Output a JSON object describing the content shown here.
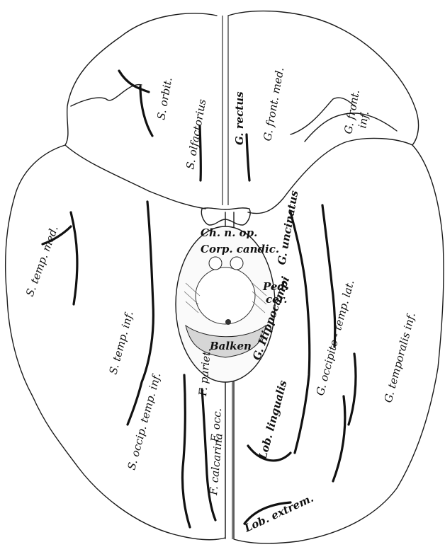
{
  "labels": {
    "s_orbit": "S. orbit.",
    "s_olfactorius": "S. olfactorius",
    "g_rectus": "G. rectus",
    "g_front_med": "G. front. med.",
    "g_front_inf_1": "G. front.",
    "g_front_inf_2": "inf.",
    "ch_n_op": "Ch. n. op.",
    "corp_candic": "Corp. candic.",
    "g_uncinatus": "G. uncinatus",
    "s_temp_med": "S. temp. med.",
    "s_temp_inf": "S. temp. inf.",
    "pedcer_1": "Ped.",
    "pedcer_2": "cer.",
    "g_hippocampi": "G. Hippocampi",
    "balken": "Balken",
    "g_occipito_temp_lat": "G. occipito - temp. lat.",
    "g_temporalis_inf": "G. temporalis inf.",
    "s_occip_temp_inf": "S. occip. temp. inf.",
    "f_pariet": "F. pariet.",
    "f_occ": "F. occ.",
    "f_calcarina": "F. calcarina",
    "lob_lingualis": "Lob. lingualis",
    "lob_extrem": "Lob. extrem."
  }
}
